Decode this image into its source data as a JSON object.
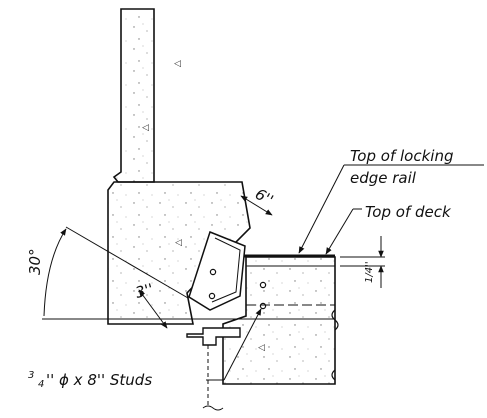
{
  "labels": {
    "top_locking_line1": "Top of locking",
    "top_locking_line2": "edge rail",
    "top_deck": "Top of deck",
    "studs_frac_num": "3",
    "studs_frac_den": "4",
    "studs_text": "'' ϕ x 8'' Studs"
  },
  "dimensions": {
    "angle": "30°",
    "six_in": "6''",
    "three_in": "3''",
    "quarter_in": "1/4''"
  },
  "colors": {
    "line": "#111111",
    "background": "#ffffff"
  }
}
